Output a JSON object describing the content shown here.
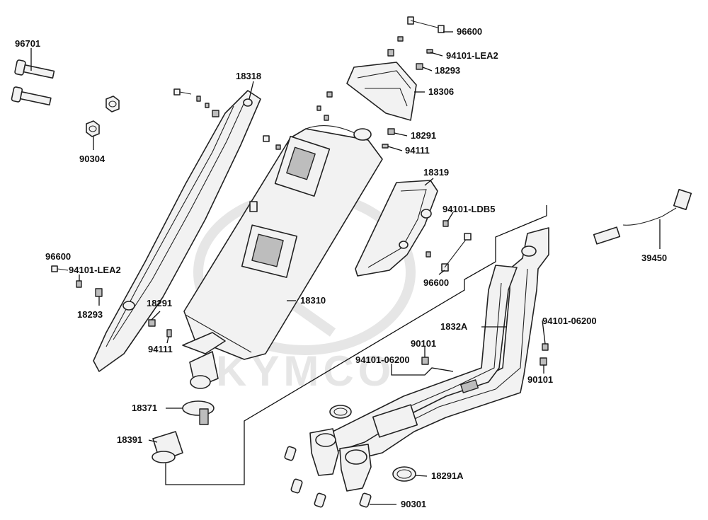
{
  "watermark": {
    "brand": "KYMCO"
  },
  "callouts": [
    {
      "id": "96701",
      "label": "96701"
    },
    {
      "id": "90304",
      "label": "90304"
    },
    {
      "id": "18318",
      "label": "18318"
    },
    {
      "id": "96600-top",
      "label": "96600"
    },
    {
      "id": "94101-LEA2-top",
      "label": "94101-LEA2"
    },
    {
      "id": "18293-top",
      "label": "18293"
    },
    {
      "id": "18306",
      "label": "18306"
    },
    {
      "id": "18291-top",
      "label": "18291"
    },
    {
      "id": "94111-top",
      "label": "94111"
    },
    {
      "id": "18319",
      "label": "18319"
    },
    {
      "id": "94101-LDB5",
      "label": "94101-LDB5"
    },
    {
      "id": "96600-mid",
      "label": "96600"
    },
    {
      "id": "39450",
      "label": "39450"
    },
    {
      "id": "96600-left",
      "label": "96600"
    },
    {
      "id": "94101-LEA2-left",
      "label": "94101-LEA2"
    },
    {
      "id": "18293-left",
      "label": "18293"
    },
    {
      "id": "18291-left",
      "label": "18291"
    },
    {
      "id": "94111-left",
      "label": "94111"
    },
    {
      "id": "18310",
      "label": "18310"
    },
    {
      "id": "1832A",
      "label": "1832A"
    },
    {
      "id": "94101-06200-right",
      "label": "94101-06200"
    },
    {
      "id": "90101-upper",
      "label": "90101"
    },
    {
      "id": "94101-06200-mid",
      "label": "94101-06200"
    },
    {
      "id": "90101-lower",
      "label": "90101"
    },
    {
      "id": "18371",
      "label": "18371"
    },
    {
      "id": "18391",
      "label": "18391"
    },
    {
      "id": "18291A",
      "label": "18291A"
    },
    {
      "id": "90301",
      "label": "90301"
    }
  ]
}
